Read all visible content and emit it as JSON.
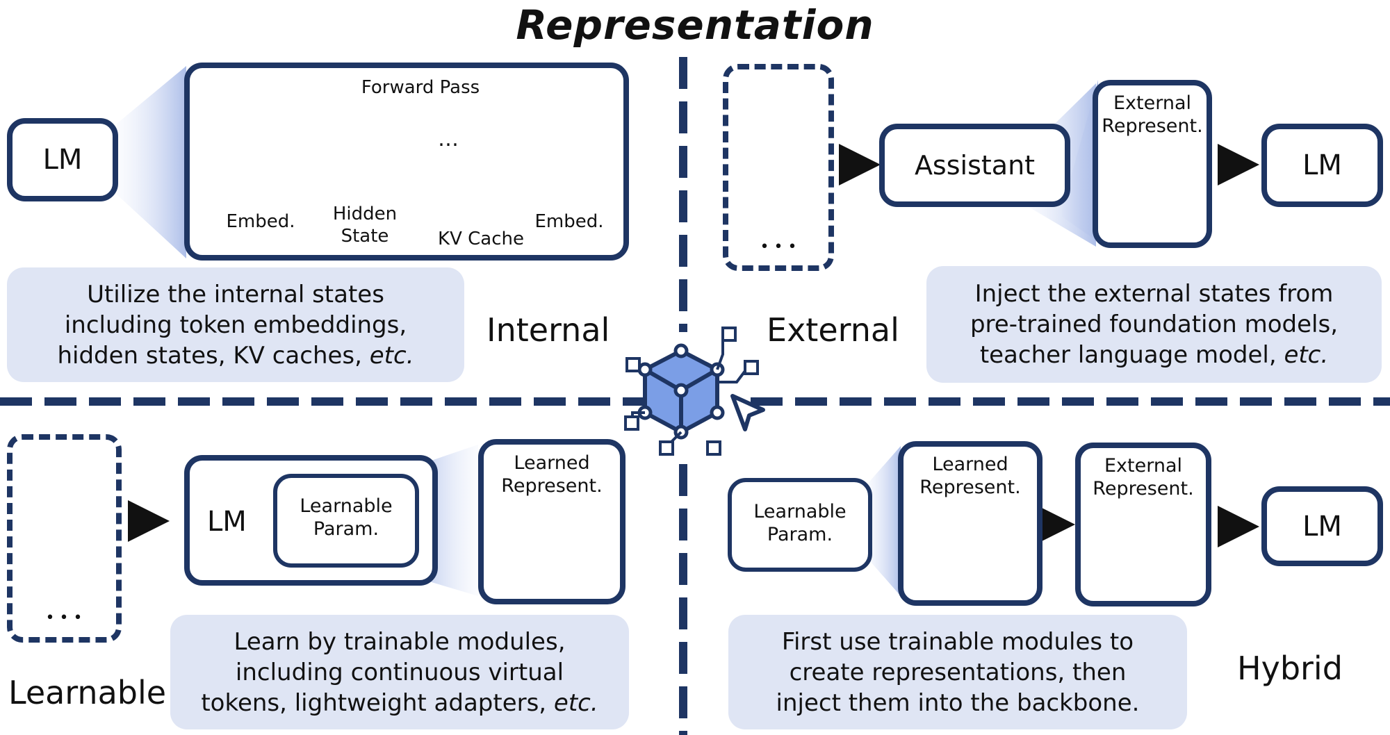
{
  "title": "Representation",
  "colors": {
    "navy": "#1e3563",
    "panel": "#dfe5f4",
    "cube": "#7b9ee6",
    "embed": "#dbe1f6",
    "hidden": "#fdf0c9",
    "kv": "#dcefd6",
    "flame": "#e8242a",
    "snow": "#2e7fdb"
  },
  "internal": {
    "label": "Internal",
    "lm": "LM",
    "forward": "Forward Pass",
    "ellipsis": "…",
    "embed_left": "Embed.",
    "hidden_line1": "Hidden",
    "hidden_line2": "State",
    "kv": "KV Cache",
    "embed_right": "Embed.",
    "desc": [
      "Utilize the internal states",
      "including token embeddings,",
      "hidden states, KV caches, "
    ],
    "desc_em": "etc."
  },
  "external": {
    "label": "External",
    "assistant": "Assistant",
    "ext_line1": "External",
    "ext_line2": "Represent.",
    "lm": "LM",
    "dots": "• • •",
    "desc": [
      "Inject the external states from",
      "pre-trained foundation models,",
      "teacher language model, "
    ],
    "desc_em": "etc."
  },
  "learnable": {
    "label": "Learnable",
    "lm": "LM",
    "param_line1": "Learnable",
    "param_line2": "Param.",
    "rep_line1": "Learned",
    "rep_line2": "Represent.",
    "dots": "• • •",
    "desc": [
      "Learn by trainable modules,",
      "including continuous virtual",
      "tokens, lightweight adapters, "
    ],
    "desc_em": "etc."
  },
  "hybrid": {
    "label": "Hybrid",
    "param_line1": "Learnable",
    "param_line2": "Param.",
    "learned_line1": "Learned",
    "learned_line2": "Represent.",
    "ext_line1": "External",
    "ext_line2": "Represent.",
    "lm": "LM",
    "desc": [
      "First use trainable modules to",
      "create representations, then",
      "inject them into the backbone."
    ]
  }
}
